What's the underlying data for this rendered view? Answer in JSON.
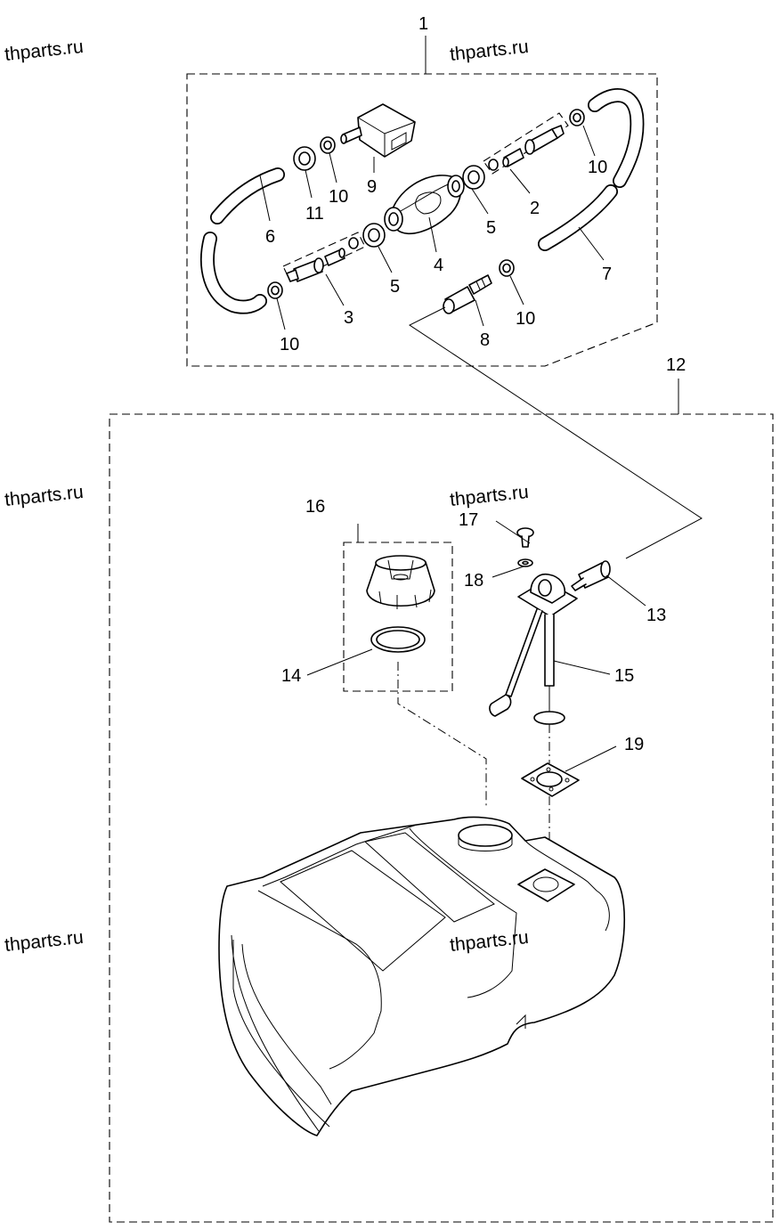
{
  "watermarks": [
    "thparts.ru",
    "thparts.ru",
    "thparts.ru",
    "thparts.ru",
    "thparts.ru",
    "thparts.ru"
  ],
  "callouts": {
    "c1": "1",
    "c2": "2",
    "c3": "3",
    "c4": "4",
    "c5a": "5",
    "c5b": "5",
    "c6": "6",
    "c7": "7",
    "c8": "8",
    "c9": "9",
    "c10a": "10",
    "c10b": "10",
    "c10c": "10",
    "c10d": "10",
    "c11": "11",
    "c12": "12",
    "c13": "13",
    "c14": "14",
    "c15": "15",
    "c16": "16",
    "c17": "17",
    "c18": "18",
    "c19": "19"
  }
}
